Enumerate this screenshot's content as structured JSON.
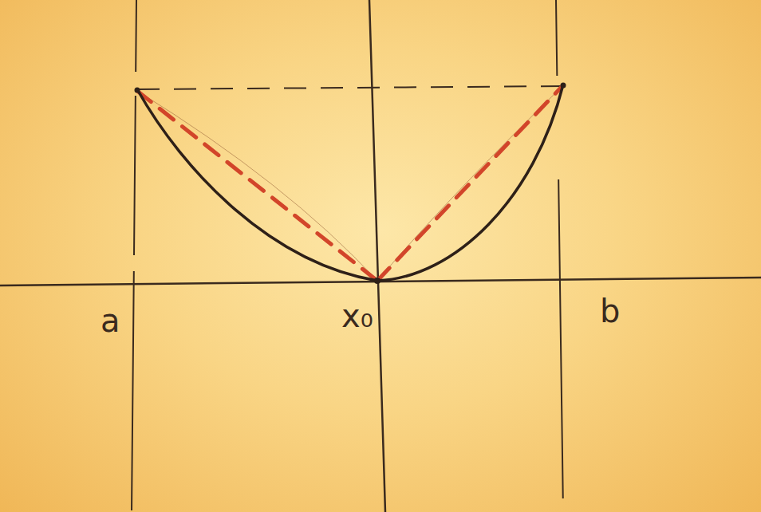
{
  "diagram": {
    "labels": [
      "a",
      "x₀",
      "b"
    ]
  }
}
